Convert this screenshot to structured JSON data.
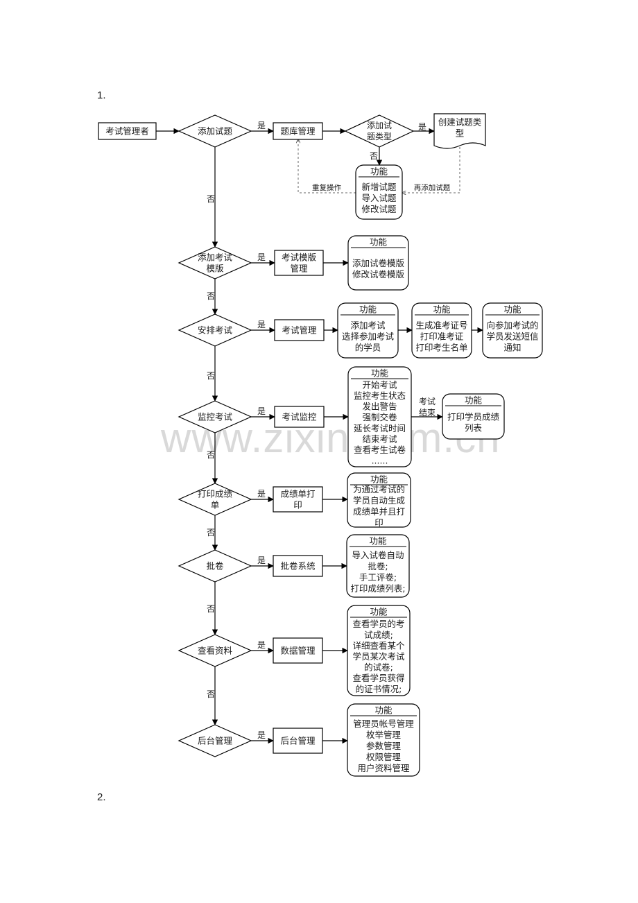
{
  "section_markers": [
    "1.",
    "2."
  ],
  "watermark": "www.zixin.com.cn",
  "start_node": "考试管理者",
  "yes_label": "是",
  "no_label": "否",
  "function_label": "功能",
  "steps": [
    {
      "decision": [
        "添加试题"
      ],
      "process": [
        "题库管理"
      ],
      "sub_decision": [
        "添加试",
        "题类型"
      ],
      "document": [
        "创建试题类",
        "型"
      ],
      "functions": [
        [
          "新增试题",
          "导入试题",
          "修改试题"
        ]
      ],
      "loop_labels": [
        "重复操作",
        "再添加试题"
      ]
    },
    {
      "decision": [
        "添加考试",
        "模版"
      ],
      "process": [
        "考试模版",
        "管理"
      ],
      "functions": [
        [
          "添加试卷模版",
          "修改试卷模版"
        ]
      ]
    },
    {
      "decision": [
        "安排考试"
      ],
      "process": [
        "考试管理"
      ],
      "functions": [
        [
          "添加考试",
          "选择参加考试",
          "的学员"
        ],
        [
          "生成准考证号",
          "打印准考证",
          "打印考生名单"
        ],
        [
          "向参加考试的",
          "学员发送短信",
          "通知"
        ]
      ]
    },
    {
      "decision": [
        "监控考试"
      ],
      "process": [
        "考试监控"
      ],
      "functions": [
        [
          "开始考试",
          "监控考生状态",
          "发出警告",
          "强制交卷",
          "延长考试时间",
          "结束考试",
          "查看考生试卷",
          "......"
        ],
        [
          "打印学员成绩",
          "列表"
        ]
      ],
      "transition_label": [
        "考试",
        "结束"
      ]
    },
    {
      "decision": [
        "打印成绩",
        "单"
      ],
      "process": [
        "成绩单打",
        "印"
      ],
      "functions": [
        [
          "为通过考试的",
          "学员自动生成",
          "成绩单并且打",
          "印"
        ]
      ]
    },
    {
      "decision": [
        "批卷"
      ],
      "process": [
        "批卷系统"
      ],
      "functions": [
        [
          "导入试卷自动",
          "批卷;",
          "手工评卷;",
          "打印成绩列表;"
        ]
      ]
    },
    {
      "decision": [
        "查看资料"
      ],
      "process": [
        "数据管理"
      ],
      "functions": [
        [
          "查看学员的考",
          "试成绩;",
          "详细查看某个",
          "学员某次考试",
          "的试卷;",
          "查看学员获得",
          "的证书情况;"
        ]
      ]
    },
    {
      "decision": [
        "后台管理"
      ],
      "process": [
        "后台管理"
      ],
      "functions": [
        [
          "管理员帐号管理",
          "枚举管理",
          "参数管理",
          "权限管理",
          "用户资料管理"
        ]
      ]
    }
  ]
}
